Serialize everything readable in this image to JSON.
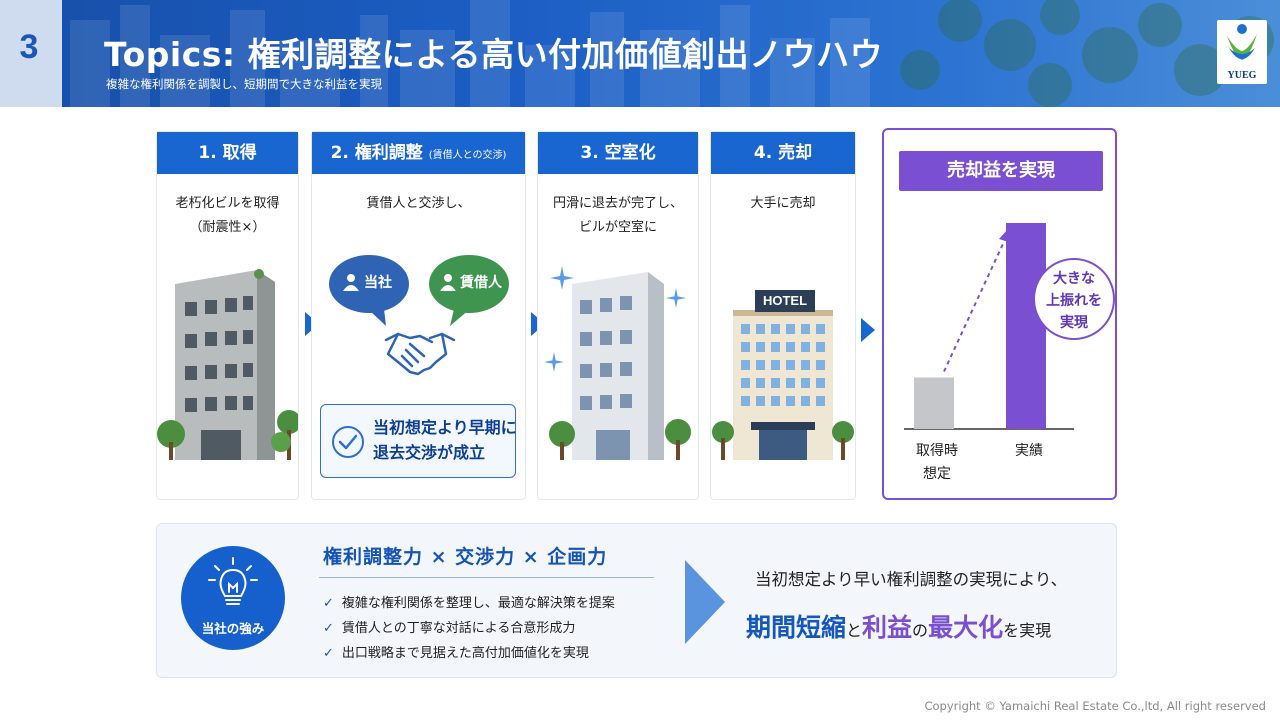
{
  "header": {
    "number": "3",
    "title": "Topics: 権利調整による高い付加価値創出ノウハウ",
    "subtitle": "複雑な権利関係を調製し、短期間で大きな利益を実現",
    "logo_text": "YUEG"
  },
  "steps": [
    {
      "label": "1. 取得",
      "text_line1": "老朽化ビルを取得",
      "text_line2": "（耐震性×）"
    },
    {
      "label": "2. 権利調整",
      "label_note": "(賃借人との交渉)",
      "text_line1": "賃借人と交渉し、",
      "bubble_company": "当社",
      "bubble_tenant": "賃借人",
      "callout_line1": "当初想定より早期に",
      "callout_line2": "退去交渉が成立"
    },
    {
      "label": "3. 空室化",
      "text_line1": "円滑に退去が完了し、",
      "text_line2": "ビルが空室に"
    },
    {
      "label": "4. 売却",
      "text_line1": "大手に売却",
      "hotel_sign": "HOTEL"
    }
  ],
  "result": {
    "title": "売却益を実現",
    "callout_line1": "大きな",
    "callout_line2": "上振れを",
    "callout_line3": "実現",
    "bar_planned_line1": "取得時",
    "bar_planned_line2": "想定",
    "bar_actual": "実績"
  },
  "chart_data": {
    "type": "bar",
    "categories": [
      "取得時想定",
      "実績"
    ],
    "values": [
      1,
      4
    ]
  },
  "strength": {
    "circle_label": "当社の強み",
    "title": "権利調整力 × 交渉力 × 企画力",
    "items": [
      "複雑な権利関係を整理し、最適な解決策を提案",
      "賃借人との丁寧な対話による合意形成力",
      "出口戦略まで見据えた高付加価値化を実現"
    ],
    "conclusion_line1": "当初想定より早い権利調整の実現により、",
    "conclusion_em1": "期間短縮",
    "conclusion_mid": "と",
    "conclusion_em2": "利益",
    "conclusion_mid2": "の",
    "conclusion_em3": "最大化",
    "conclusion_end": "を実現"
  },
  "footer": {
    "copyright": "Copyright © Yamaichi Real Estate Co.,ltd, All right reserved"
  },
  "colors": {
    "primary": "#1a66d1",
    "accent": "#7a4fd2",
    "header": "#174fa8"
  },
  "icons": [
    "person-icon",
    "handshake-icon",
    "check-circle-icon",
    "sparkle-icon",
    "lightbulb-icon",
    "check-icon"
  ]
}
